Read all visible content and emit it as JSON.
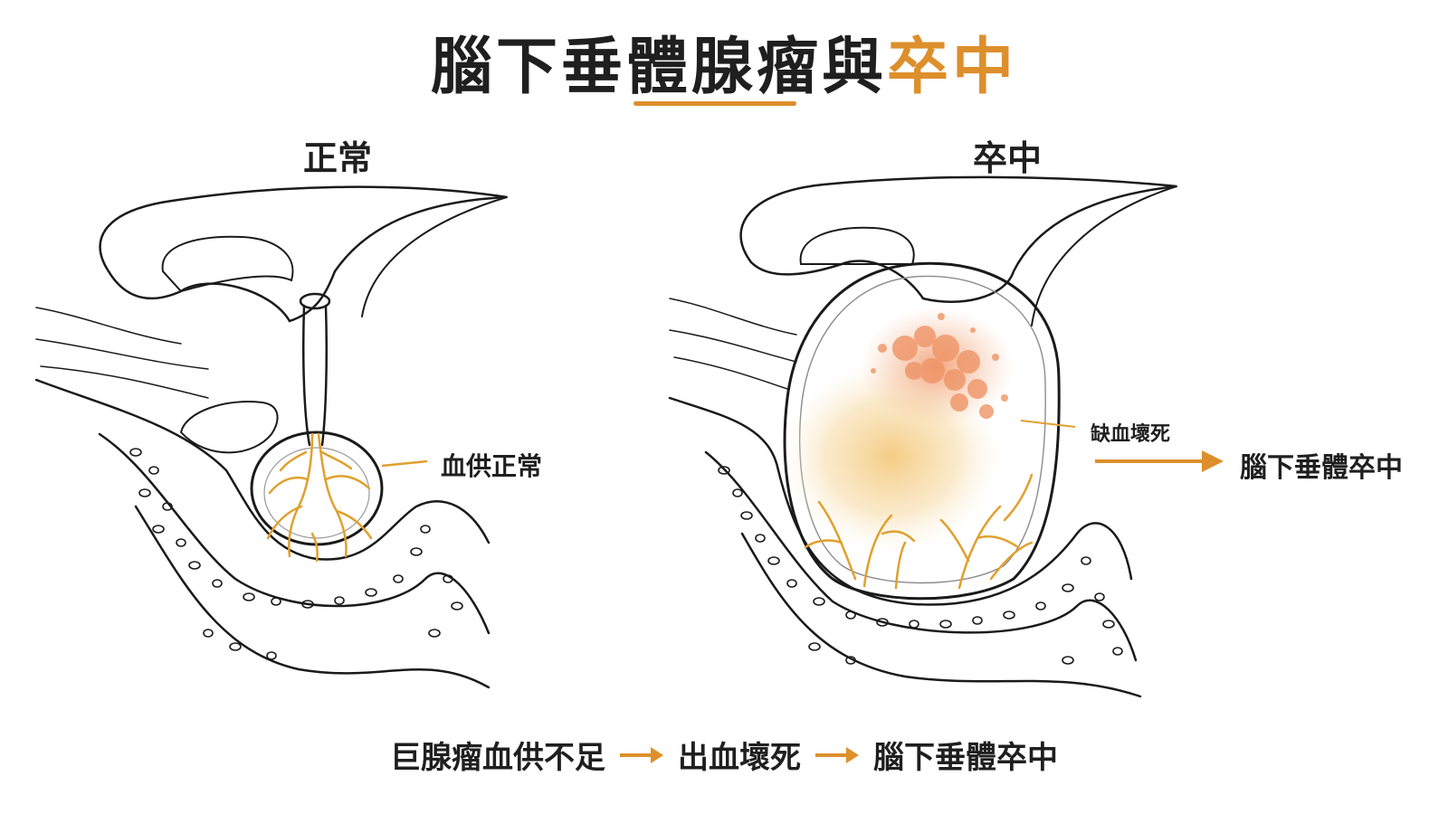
{
  "title": {
    "main": "腦下垂體腺瘤與",
    "accent": "卒中"
  },
  "panels": {
    "normal": {
      "heading": "正常",
      "callout": "血供正常"
    },
    "stroke": {
      "heading": "卒中",
      "callout": "缺血壞死",
      "outcome": "腦下垂體卒中"
    }
  },
  "flow": [
    "巨腺瘤血供不足",
    "出血壞死",
    "腦下垂體卒中"
  ],
  "colors": {
    "accent": "#dd8f2c",
    "vessel": "#e0a02e",
    "necrosis": "#f0a070",
    "ischemia": "#f5d49a",
    "outline": "#1a1a1a",
    "text": "#1f1f1f"
  },
  "icons": [
    "right-arrow-icon"
  ]
}
